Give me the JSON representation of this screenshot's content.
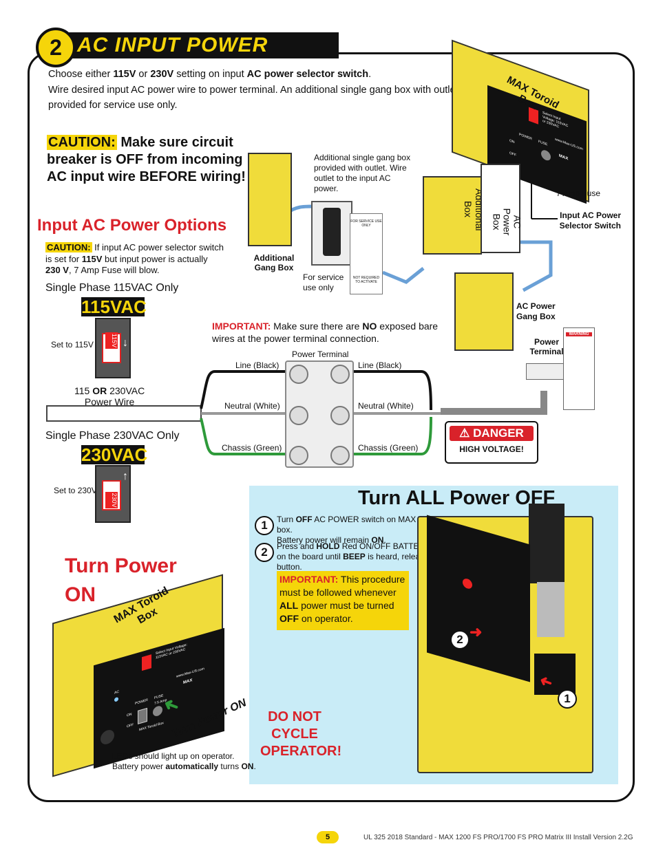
{
  "header": {
    "section_number": "2",
    "title": "AC INPUT POWER"
  },
  "intro": {
    "p1_a": "Choose either ",
    "p1_b": "115V",
    "p1_c": " or ",
    "p1_d": "230V",
    "p1_e": " setting on input ",
    "p1_f": "AC power selector switch",
    "p1_g": ".",
    "p2": "Wire desired input AC power wire to power terminal. An additional single gang box with outlet is provided for service use only."
  },
  "caution_main": {
    "label": "CAUTION:",
    "text": " Make sure circuit breaker is OFF from incoming AC input wire BEFORE wiring!"
  },
  "options": {
    "title": "Input AC Power Options",
    "caution_label": "CAUTION:",
    "caution_a": " If input AC power selector switch is set for ",
    "caution_b": "115V",
    "caution_c": " but input power is actually ",
    "caution_d": "230 V",
    "caution_e": ", 7 Amp Fuse will blow.",
    "single_115": "Single Phase 115VAC Only",
    "badge_115": "115VAC",
    "set_115": "Set to 115V",
    "switch_115": "115V",
    "power_wire_a": "115 ",
    "power_wire_b": "OR",
    "power_wire_c": " 230VAC",
    "power_wire_d": "Power Wire",
    "single_230": "Single Phase 230VAC Only",
    "badge_230": "230VAC",
    "set_230": "Set to 230V",
    "switch_230": "230V"
  },
  "gang": {
    "desc": "Additional single gang box provided with outlet. Wire outlet to the input AC power.",
    "additional_label": "Additional Gang Box",
    "service": "For service use only",
    "outlet_sticker_top": "FOR SERVICE USE ONLY",
    "outlet_sticker_bot": "NOT REQUIRED TO ACTIVATE"
  },
  "toroid_top": {
    "title": "MAX Toroid Box",
    "fuse": "7 Amp Fuse",
    "selector": "Input AC Power Selector Switch",
    "additional_box": "Additional Box",
    "ac_power_box": "AC Power Box",
    "ac_gang": "AC Power Gang Box",
    "power_terminal": "Power Terminal",
    "select_input": "Select Input Voltage: 115VAC or 230VAC",
    "power": "POWER",
    "fuse_small": "FUSE",
    "on": "ON",
    "off": "OFF",
    "url": "www.Max-US.com",
    "brand": "MAX",
    "warn_sticker": "WARNING"
  },
  "terminal": {
    "important_label": "IMPORTANT:",
    "important_a": " Make sure there are ",
    "important_b": "NO",
    "important_c": " exposed bare wires at the power terminal connection.",
    "title": "Power Terminal",
    "line_left": "Line (Black)",
    "line_right": "Line (Black)",
    "neutral_left": "Neutral (White)",
    "neutral_right": "Neutral (White)",
    "chassis_left": "Chassis (Green)",
    "chassis_right": "Chassis (Green)"
  },
  "danger": {
    "title": "DANGER",
    "subtitle": "HIGH VOLTAGE!"
  },
  "power_off": {
    "title": "Turn ALL Power OFF",
    "s1_num": "1",
    "s1_a": "Turn ",
    "s1_b": "OFF",
    "s1_c": " AC POWER switch on MAX Toroid box.",
    "s1_d": "Battery power will remain ",
    "s1_e": "ON",
    "s1_f": ".",
    "s2_num": "2",
    "s2_a": "Press and ",
    "s2_b": "HOLD",
    "s2_c": " Red ON/OFF BATTERY button",
    "s2_d": "on the board until ",
    "s2_e": "BEEP",
    "s2_f": " is heard, release button.",
    "imp_label": "IMPORTANT:",
    "imp_a": " This procedure must be followed whenever ",
    "imp_b": "ALL",
    "imp_c": " power must be turned ",
    "imp_d": "OFF",
    "imp_e": " on operator.",
    "callout_1": "1",
    "callout_2": "2"
  },
  "power_on": {
    "title_1": "Turn Power",
    "title_2": "ON",
    "box_title": "MAX Toroid Box",
    "arrow_label": "Turn Power ON",
    "leds_a": "LEDs should light up on operator.",
    "leds_b": "Battery power ",
    "leds_c": "automatically",
    "leds_d": " turns ",
    "leds_e": "ON",
    "leds_f": ".",
    "select_input": "Select Input Voltage: 115VAC or 230VAC",
    "power": "POWER",
    "fuse": "FUSE",
    "fuse_amp": "7.5 Amp",
    "on": "ON",
    "off": "OFF",
    "ac": "AC",
    "url": "www.Max-US.com",
    "brand": "MAX",
    "bottom_label": "MAX Toroid Box"
  },
  "do_not": {
    "line1": "DO NOT",
    "line2": "CYCLE",
    "line3": "OPERATOR!"
  },
  "footer": {
    "page": "5",
    "text": "UL 325 2018 Standard - MAX 1200 FS PRO/1700 FS PRO Matrix III Install Version 2.2G"
  },
  "colors": {
    "accent_yellow": "#f5d50a",
    "red": "#d9222a",
    "panel_blue": "#c9ecf7",
    "wire_green": "#2e9a3a"
  }
}
